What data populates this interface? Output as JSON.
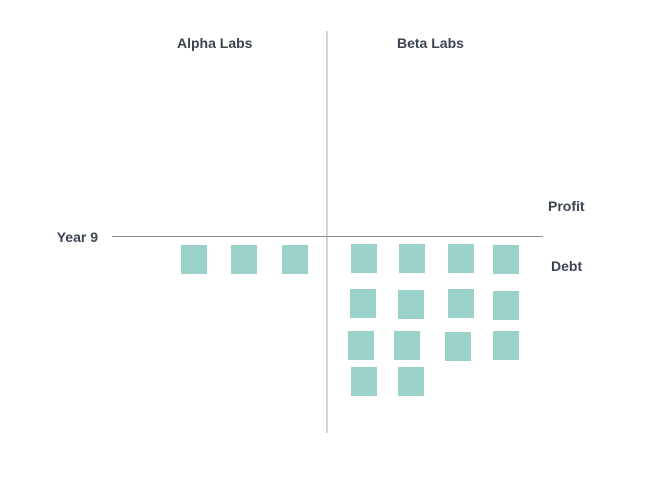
{
  "header": {
    "left_group_label": "Alpha Labs",
    "right_group_label": "Beta Labs"
  },
  "axis": {
    "row_label": "Year 9",
    "above_line_label": "Profit",
    "below_line_label": "Debt"
  },
  "colors": {
    "unit_fill": "#9ad2ca",
    "text": "#3a4551",
    "axis_line": "#8b9096",
    "divider_line": "#d4d4d4"
  },
  "chart_data": {
    "type": "pictograph",
    "title": "",
    "categories": [
      "Alpha Labs",
      "Beta Labs"
    ],
    "series": [
      {
        "name": "Debt",
        "values": [
          3,
          14
        ]
      },
      {
        "name": "Profit",
        "values": [
          0,
          0
        ]
      }
    ],
    "row_label": "Year 9",
    "legend": {
      "above_line": "Profit",
      "below_line": "Debt"
    },
    "layout_hints": {
      "orientation": "units below baseline = Debt, units above baseline = Profit",
      "beta_rows": [
        4,
        4,
        4,
        2
      ],
      "alpha_rows": [
        3
      ]
    },
    "unit_size": {
      "width": 26,
      "height": 29
    },
    "unit_square_positions": {
      "alpha": [
        [
          181,
          245
        ],
        [
          231,
          245
        ],
        [
          282,
          245
        ]
      ],
      "beta": [
        [
          351,
          244
        ],
        [
          399,
          244
        ],
        [
          448,
          244
        ],
        [
          493,
          245
        ],
        [
          350,
          289
        ],
        [
          398,
          290
        ],
        [
          448,
          289
        ],
        [
          493,
          291
        ],
        [
          348,
          331
        ],
        [
          394,
          331
        ],
        [
          445,
          332
        ],
        [
          493,
          331
        ],
        [
          351,
          367
        ],
        [
          398,
          367
        ]
      ]
    }
  }
}
